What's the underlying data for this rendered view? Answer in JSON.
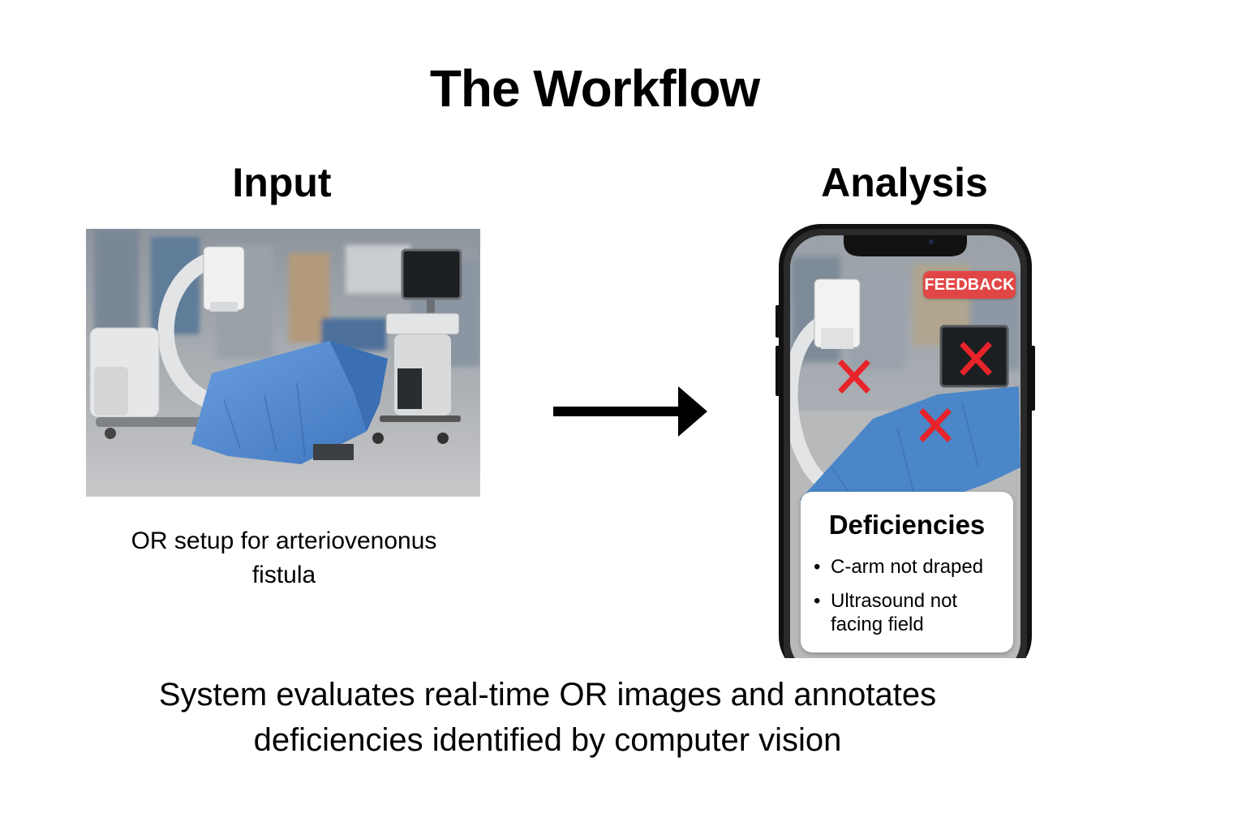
{
  "title": "The Workflow",
  "input": {
    "heading": "Input",
    "image_icon": "or-room-photo",
    "caption": "OR setup for arteriovenonus fistula"
  },
  "arrow_icon": "right-arrow-icon",
  "analysis": {
    "heading": "Analysis",
    "device_icon": "smartphone",
    "badge": "FEEDBACK",
    "mark_icon": "red-x-icon",
    "card_title": "Deficiencies",
    "deficiencies": [
      "C-arm not draped",
      "Ultrasound not facing field"
    ]
  },
  "description": "System evaluates real-time OR images and annotates deficiencies identified by computer vision",
  "colors": {
    "drape_blue": "#4a86c8",
    "badge_red": "#e14646",
    "x_mark_red": "#e8232a",
    "phone_frame": "#111111"
  }
}
